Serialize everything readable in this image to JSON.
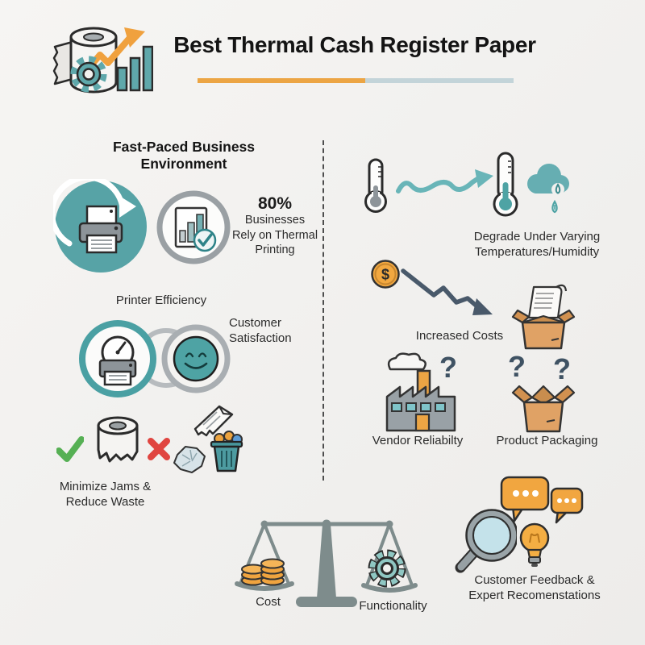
{
  "header": {
    "title": "Best Thermal Cash Register Paper",
    "logo_icon": "thermal-paper-roll-gear-growth-chart",
    "underline": {
      "left_color": "#eca544",
      "right_color": "#c3d4d9"
    }
  },
  "left": {
    "heading": "Fast-Paced Business\nEnvironment",
    "stat_value": "80%",
    "stat_caption": "Businesses\nRely on Thermal\nPrinting",
    "efficiency_label": "Printer Efficiency",
    "satisfaction_label": "Customer\nSatisfaction",
    "waste_caption": "Minimize Jams &\nReduce Waste"
  },
  "right": {
    "degrade_caption": "Degrade Under Varying\nTemperatures/Humidity",
    "costs_label": "Increased Costs",
    "vendor_label": "Vendor Reliabilty",
    "packaging_label": "Product Packaging",
    "question_mark": "?"
  },
  "bottom": {
    "cost_label": "Cost",
    "functionality_label": "Functionality",
    "feedback_caption": "Customer Feedback &\nExpert Recomenstations"
  },
  "glyphs": {
    "dollar": "$"
  },
  "palette": {
    "background": "#f1f0ee",
    "teal": "#57a3a6",
    "orange": "#f0a43f",
    "slate": "#44576a",
    "gray_ring": "#a9aeb2",
    "scale_gray": "#7e8c8c",
    "green_check": "#56b054",
    "red_x": "#e04540"
  },
  "icons": [
    "thermal-roll-logo-icon",
    "refresh-printer-icon",
    "chart-document-icon",
    "gauge-printer-icon",
    "smiley-icon",
    "check-icon",
    "paper-roll-icon",
    "x-icon",
    "crumpled-paper-icon",
    "torn-sheet-icon",
    "trash-bin-icon",
    "thermometer-low-icon",
    "wavy-arrow-icon",
    "thermometer-high-icon",
    "rain-cloud-icon",
    "dollar-coin-icon",
    "declining-arrow-icon",
    "box-receipt-icon",
    "factory-icon",
    "question-mark-icon",
    "open-box-icon",
    "balance-scale-icon",
    "magnifier-icon",
    "speech-bubbles-icon",
    "light-bulb-icon"
  ]
}
